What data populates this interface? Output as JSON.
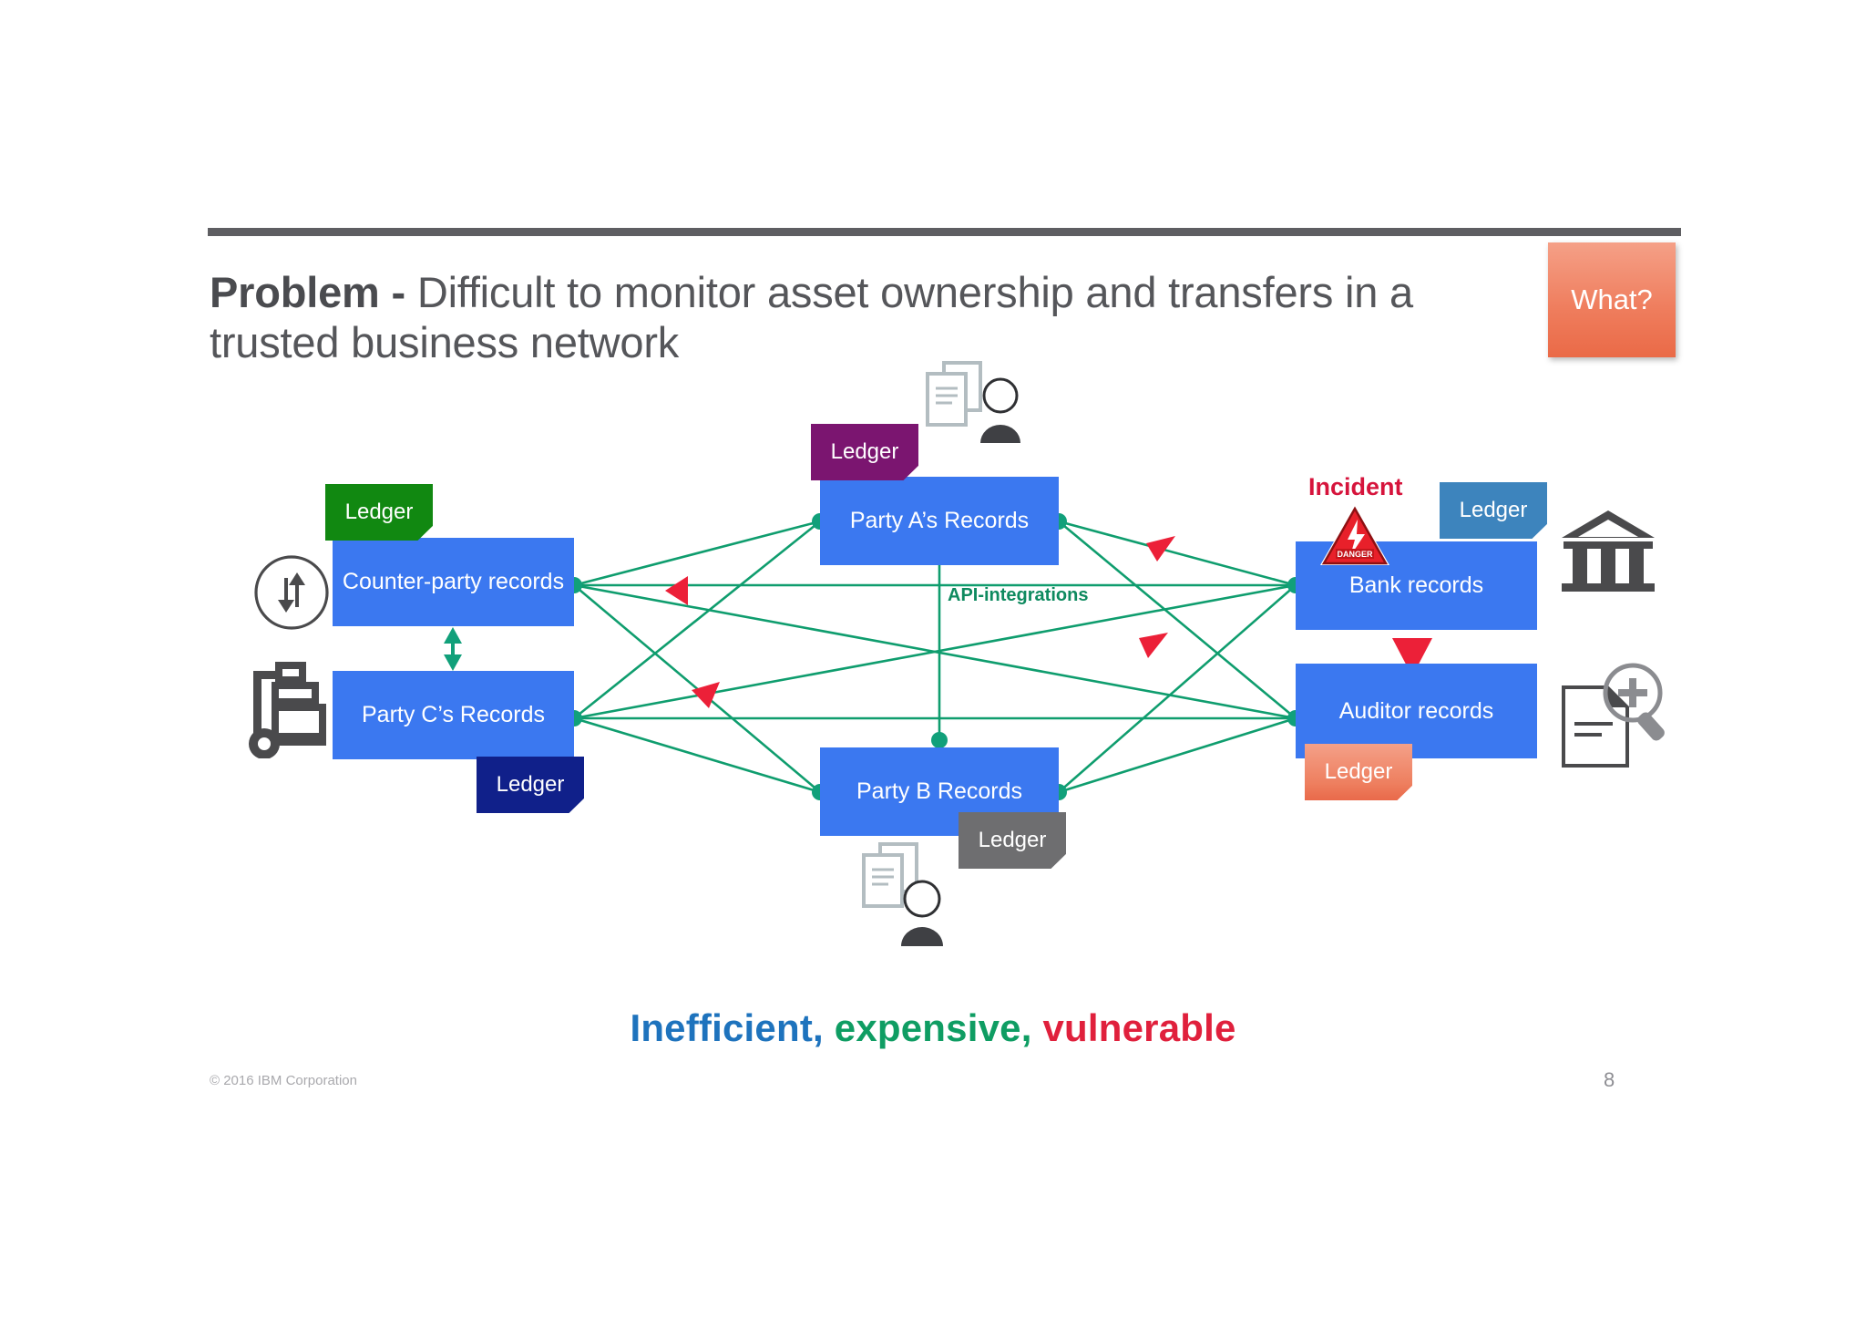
{
  "slide": {
    "title_bold": "Problem -",
    "title_rest": " Difficult to monitor asset ownership and transfers in a trusted business network",
    "what_badge": "What?",
    "tagline": {
      "word1": "Inefficient",
      "sep1": ", ",
      "word2": "expensive",
      "sep2": ", ",
      "word3": "vulnerable"
    },
    "copyright": "© 2016 IBM Corporation",
    "page_number": "8"
  },
  "diagram": {
    "api_label": "API-integrations",
    "incident_label": "Incident",
    "danger_text": "DANGER",
    "nodes": [
      {
        "id": "counter-party",
        "label": "Counter-party records"
      },
      {
        "id": "party-c",
        "label": "Party C’s Records"
      },
      {
        "id": "party-a",
        "label": "Party A’s Records"
      },
      {
        "id": "party-b",
        "label": "Party B Records"
      },
      {
        "id": "bank",
        "label": "Bank records"
      },
      {
        "id": "auditor",
        "label": "Auditor records"
      }
    ],
    "ledgers": [
      {
        "id": "ledger-green",
        "label": "Ledger",
        "color": "#118811",
        "owner": "counter-party"
      },
      {
        "id": "ledger-navy",
        "label": "Ledger",
        "color": "#10208a",
        "owner": "party-c"
      },
      {
        "id": "ledger-purple",
        "label": "Ledger",
        "color": "#7b1570",
        "owner": "party-a"
      },
      {
        "id": "ledger-gray",
        "label": "Ledger",
        "color": "#6e6e70",
        "owner": "party-b"
      },
      {
        "id": "ledger-steel",
        "label": "Ledger",
        "color": "#3d84bd",
        "owner": "bank"
      },
      {
        "id": "ledger-salmon",
        "label": "Ledger",
        "color": "#ee7f5f",
        "owner": "auditor"
      }
    ],
    "colors": {
      "record_box": "#3b78f0",
      "link_line": "#0f9d6e",
      "link_node": "#11a07a",
      "flow_arrow": "#ec2038",
      "incident_red": "#d6143c",
      "icon_gray": "#4a4a4c",
      "rule_gray": "#5e5e62"
    }
  }
}
